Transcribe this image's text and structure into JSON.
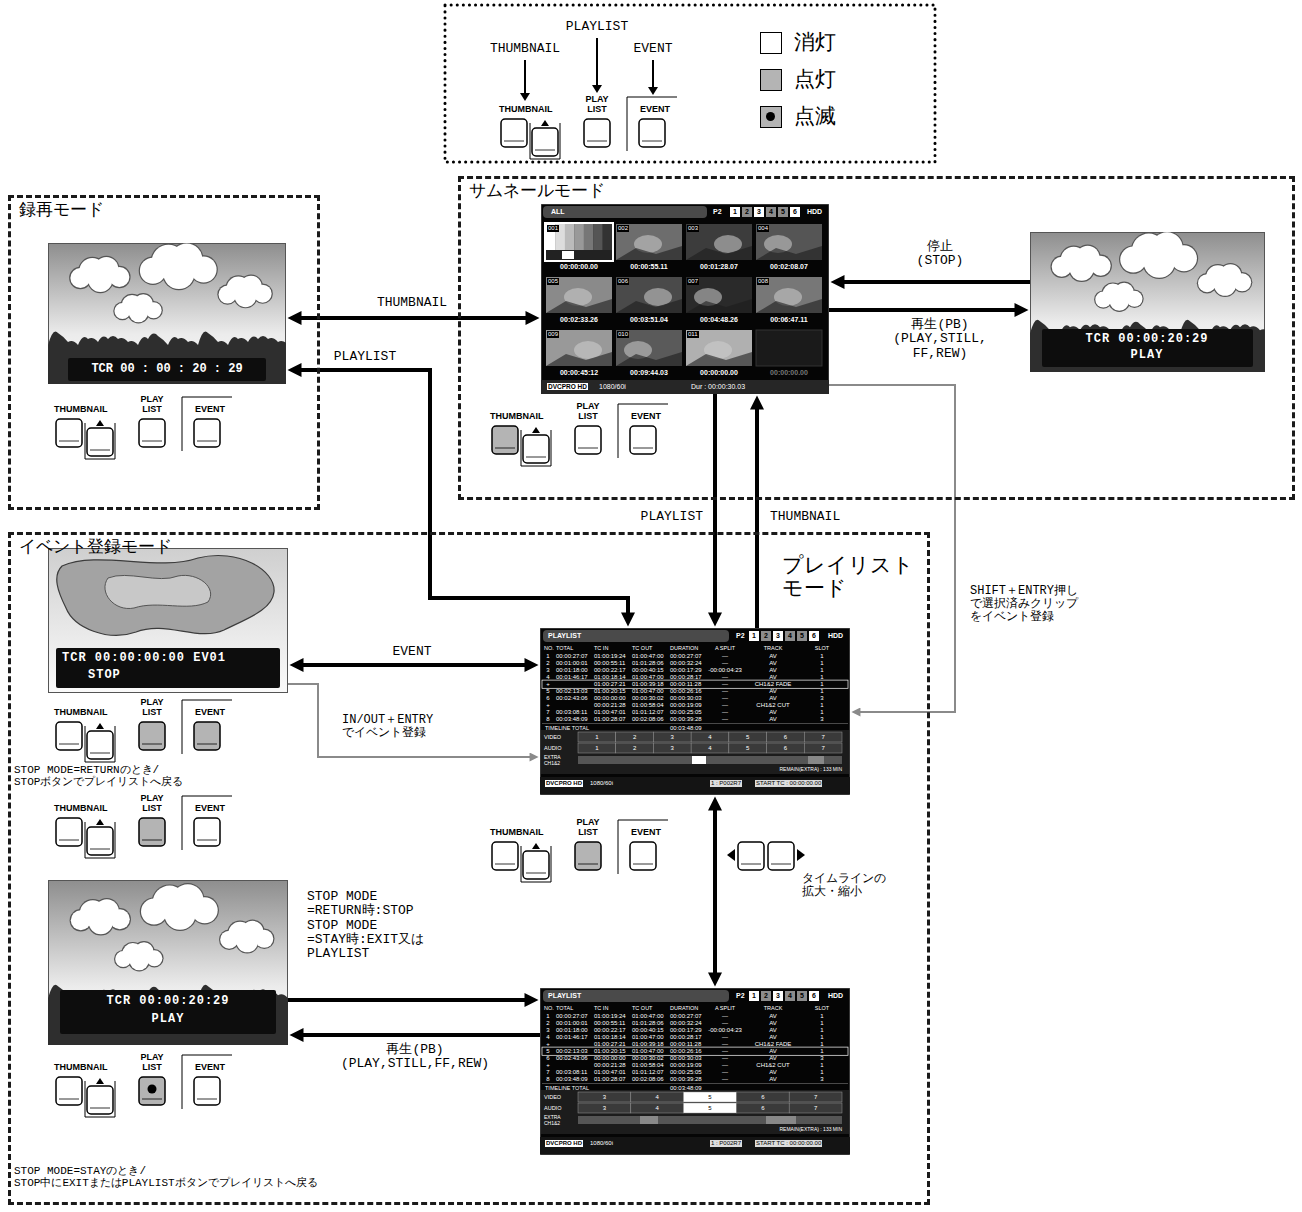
{
  "diagram": {
    "nodes": [
      {
        "text": [
          "録再モード"
        ]
      },
      {
        "text": [
          "TCR 00 : 00 : 20 : 29"
        ],
        "in": 0
      },
      {
        "text": [
          "サムネールモード"
        ]
      },
      {
        "text": [
          "ALL",
          "P2",
          "1",
          "2",
          "3",
          "4",
          "5",
          "6",
          "HDD",
          "001",
          "00:00:00.00",
          "002",
          "00:00:55.11",
          "003",
          "00:01:28.07",
          "004",
          "00:02:08.07",
          "005",
          "00:02:33.26",
          "006",
          "00:03:51.04",
          "007",
          "00:04:48.26",
          "008",
          "00:06:47.11",
          "009",
          "00:00:45:12",
          "010",
          "00:09:44.03",
          "011",
          "00:00:00.00",
          "00:00:00.00",
          "DVCPRO HD",
          "1080/60i",
          "Dur : 00:00:30.03"
        ],
        "in": 2
      },
      {
        "text": [
          "TCR 00:00:20:29",
          "PLAY"
        ],
        "in": 2
      },
      {
        "text": [
          "イベント登録モード"
        ]
      },
      {
        "text": [
          "TCR 00:00:00:00 EV01",
          "STOP"
        ],
        "in": 5
      },
      {
        "text": [
          "PLAYLIST",
          "P2",
          "1",
          "2",
          "3",
          "4",
          "5",
          "6",
          "HDD",
          "NO.",
          "TOTAL",
          "TC IN",
          "TC OUT",
          "DURATION",
          "A SPLIT",
          "TRACK",
          "SLOT",
          "1",
          "00:00:27:07",
          "01:00:19:24",
          "01:00:47:00",
          "00:00:27:07",
          "—",
          "AV",
          "1",
          "2",
          "00:01:00:01",
          "00:00:55:11",
          "01:01:28:06",
          "00:00:32:24",
          "—",
          "AV",
          "1",
          "3",
          "00:01:18:00",
          "00:00:22:17",
          "00:00:40:15",
          "00:00:17:29",
          "-00:00:04:23",
          "AV",
          "1",
          "4",
          "00:01:46:17",
          "01:00:18:14",
          "01:00:47:00",
          "00:00:28:17",
          "—",
          "AV",
          "1",
          "+",
          "01:00:27:21",
          "01:00:39:18",
          "00:00:11:28",
          "—",
          "CH1&2 FADE",
          "1",
          "5",
          "00:02:13:03",
          "01:00:20:15",
          "01:00:47:00",
          "00:00:26:16",
          "—",
          "AV",
          "1",
          "6",
          "00:02:43:06",
          "00:00:00:00",
          "00:00:30:02",
          "00:00:30:03",
          "—",
          "AV",
          "3",
          "+",
          "00:00:21:28",
          "01:00:58:04",
          "00:00:19:09",
          "—",
          "CH1&2 CUT",
          "1",
          "7",
          "00:03:08:11",
          "01:00:47:01",
          "01:01:12:07",
          "00:00:25:05",
          "—",
          "AV",
          "1",
          "8",
          "00:03:48:09",
          "01:00:28:07",
          "00:02:08:06",
          "00:00:39:28",
          "—",
          "AV",
          "3",
          "TIMELINE TOTAL",
          "00:03:48:09",
          "VIDEO",
          "1",
          "2",
          "3",
          "4",
          "5",
          "6",
          "7",
          "AUDIO",
          "1",
          "2",
          "3",
          "4",
          "5",
          "6",
          "7",
          "EXTRA CH1&2",
          "REMAIN(EXTRA) : 133 MIN",
          "DVCPRO HD",
          "1080/60i",
          "1 : P002R7",
          "START TC : 00:00:00.00"
        ],
        "in": 5
      },
      {
        "text": [
          "TCR 00:00:20:29",
          "PLAY"
        ],
        "in": 5
      },
      {
        "text": [
          "PLAYLIST",
          "P2",
          "1",
          "2",
          "3",
          "4",
          "5",
          "6",
          "HDD",
          "NO.",
          "TOTAL",
          "TC IN",
          "TC OUT",
          "DURATION",
          "A SPLIT",
          "TRACK",
          "SLOT",
          "1",
          "00:00:27:07",
          "01:00:19:24",
          "01:00:47:00",
          "00:00:27:07",
          "—",
          "AV",
          "1",
          "2",
          "00:01:00:01",
          "00:00:55:11",
          "01:01:28:06",
          "00:00:32:24",
          "—",
          "AV",
          "1",
          "3",
          "00:01:18:00",
          "00:00:22:17",
          "00:00:40:15",
          "00:00:17:29",
          "-00:00:04:23",
          "AV",
          "1",
          "4",
          "00:01:46:17",
          "01:00:18:14",
          "01:00:47:00",
          "00:00:28:17",
          "—",
          "AV",
          "1",
          "+",
          "01:00:27:21",
          "01:00:39:18",
          "00:00:11:28",
          "—",
          "CH1&2 FADE",
          "1",
          "5",
          "00:02:13:03",
          "01:00:20:15",
          "01:00:47:00",
          "00:00:26:16",
          "—",
          "AV",
          "1",
          "6",
          "00:02:43:06",
          "00:00:00:00",
          "00:00:30:02",
          "00:00:30:03",
          "—",
          "AV",
          "3",
          "+",
          "00:00:21:28",
          "01:00:58:04",
          "00:00:19:09",
          "—",
          "CH1&2 CUT",
          "1",
          "7",
          "00:03:08:11",
          "01:00:47:01",
          "01:01:12:07",
          "00:00:25:05",
          "—",
          "AV",
          "1",
          "8",
          "00:03:48:09",
          "01:00:28:07",
          "00:02:08:06",
          "00:00:39:28",
          "—",
          "AV",
          "3",
          "TIMELINE TOTAL",
          "00:03:48:09",
          "VIDEO",
          "3",
          "4",
          "5",
          "6",
          "7",
          "AUDIO",
          "3",
          "4",
          "5",
          "6",
          "7",
          "EXTRA CH1&2",
          "REMAIN(EXTRA) : 133 MIN",
          "DVCPRO HD",
          "1080/60i",
          "1 : P002R7",
          "START TC : 00:00:00.00"
        ],
        "in": 5
      }
    ],
    "edges": [
      {
        "from": 1,
        "to": 3,
        "arrow": "both",
        "label": "THUMBNAIL"
      },
      {
        "from": 1,
        "to": 7,
        "arrow": "both",
        "label": "PLAYLIST"
      },
      {
        "from": 3,
        "to": 7,
        "arrow": "to",
        "label": "PLAYLIST"
      },
      {
        "from": 7,
        "to": 3,
        "arrow": "to",
        "label": "THUMBNAIL"
      },
      {
        "from": 4,
        "to": 3,
        "arrow": "to",
        "label": "停止 (STOP)"
      },
      {
        "from": 3,
        "to": 4,
        "arrow": "to",
        "label": "再生(PB) (PLAY,STILL, FF,REW)"
      },
      {
        "from": 3,
        "to": 7,
        "arrow": "to",
        "label": "SHIFT＋ENTRY押し で選択済みクリップ をイベント登録"
      },
      {
        "from": 6,
        "to": 7,
        "arrow": "both",
        "label": "EVENT"
      },
      {
        "from": 6,
        "to": 7,
        "arrow": "to",
        "label": "IN/OUT＋ENTRY でイベント登録"
      },
      {
        "from": 7,
        "to": 9,
        "arrow": "both"
      },
      {
        "from": 8,
        "to": 9,
        "arrow": "to",
        "label": "STOP MODE =RETURN時:STOP STOP MODE =STAY時:EXIT又は PLAYLIST"
      },
      {
        "from": 9,
        "to": 8,
        "arrow": "to",
        "label": "再生(PB) (PLAY,STILL,FF,REW)"
      }
    ],
    "labels": [
      "THUMBNAIL",
      "PLAYLIST",
      "EVENT",
      "THUMBNAIL",
      "PLAY LIST",
      "EVENT",
      "THUMBNAIL",
      "PLAY LIST",
      "EVENT",
      "THUMBNAIL",
      "PLAY LIST",
      "EVENT",
      "THUMBNAIL",
      "PLAY LIST",
      "EVENT",
      "STOP MODE=RETURNのとき/ STOPボタンでプレイリストへ戻る",
      "THUMBNAIL",
      "PLAY LIST",
      "EVENT",
      "THUMBNAIL",
      "PLAY LIST",
      "EVENT",
      "タイムラインの 拡大・縮小",
      "THUMBNAIL",
      "PLAY LIST",
      "EVENT",
      "STOP MODE=STAYのとき/ STOP中にEXITまたはPLAYLISTボタンでプレイリストへ戻る",
      "プレイリスト モード"
    ],
    "legend": [
      {
        "text": "消灯",
        "color": "#ffffff"
      },
      {
        "text": "点灯",
        "color": "#b4b4b4"
      },
      {
        "text": "点滅"
      }
    ]
  }
}
